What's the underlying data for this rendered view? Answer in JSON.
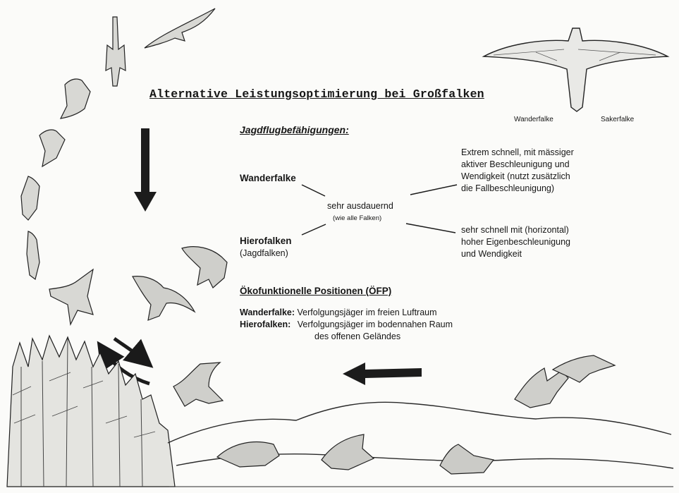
{
  "title": "Alternative Leistungsoptimierung bei Großfalken",
  "silhouette_labels": {
    "left": "Wanderfalke",
    "right": "Sakerfalke"
  },
  "section_jagd": "Jagdflugbefähigungen:",
  "wanderfalke": {
    "label": "Wanderfalke",
    "desc": [
      "Extrem schnell, mit mässiger",
      "aktiver Beschleunigung und",
      "Wendigkeit (nutzt zusätzlich",
      "die Fallbeschleunigung)"
    ]
  },
  "hierofalken": {
    "label": "Hierofalken",
    "sublabel": "(Jagdfalken)",
    "desc": [
      "sehr schnell mit (horizontal)",
      "hoher Eigenbeschleunigung",
      "und Wendigkeit"
    ]
  },
  "center": {
    "main": "sehr ausdauernd",
    "sub": "(wie alle Falken)"
  },
  "section_oefp": "Ökofunktionelle Positionen (ÖFP)",
  "positions": {
    "wf_label": "Wanderfalke:",
    "wf_text": "Verfolgungsjäger im freien Luftraum",
    "hf_label": "Hierofalken:",
    "hf_text": "Verfolgungsjäger im bodennahen Raum",
    "hf_text2": "des offenen Geländes"
  }
}
